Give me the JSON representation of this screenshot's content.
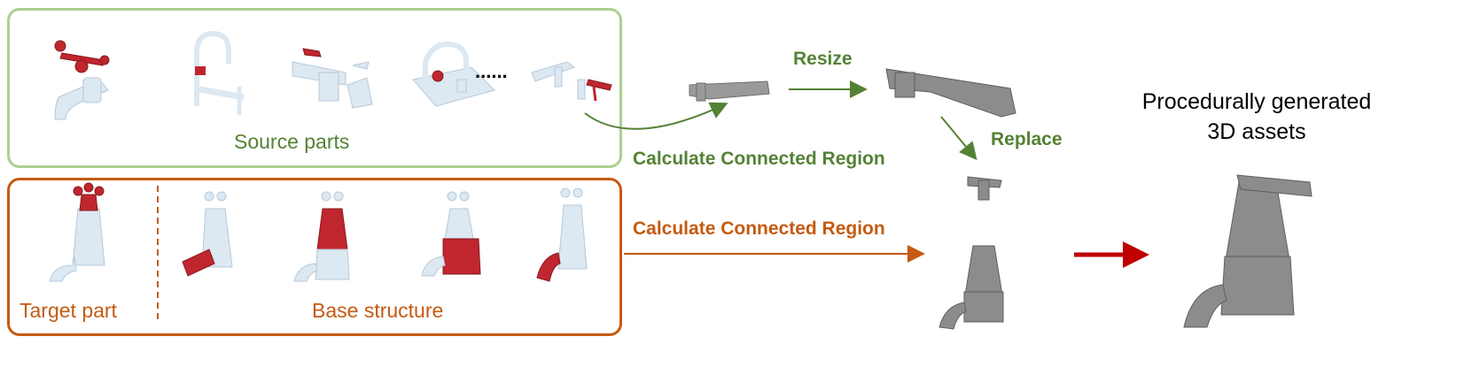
{
  "source_box": {
    "label": "Source parts",
    "ellipsis": "......"
  },
  "base_box": {
    "target_label": "Target part",
    "base_label": "Base structure"
  },
  "flow": {
    "resize": "Resize",
    "replace": "Replace",
    "calc_green": "Calculate Connected Region",
    "calc_orange": "Calculate Connected Region"
  },
  "output": {
    "title_line1": "Procedurally generated",
    "title_line2": "3D assets"
  },
  "colors": {
    "green_box": "#a9d18e",
    "green_text": "#548235",
    "orange": "#c55a11",
    "red_part": "#c0262e",
    "faucet": "#dce8f2",
    "gray_asset": "#8c8c8c",
    "red_arrow": "#c00000"
  }
}
